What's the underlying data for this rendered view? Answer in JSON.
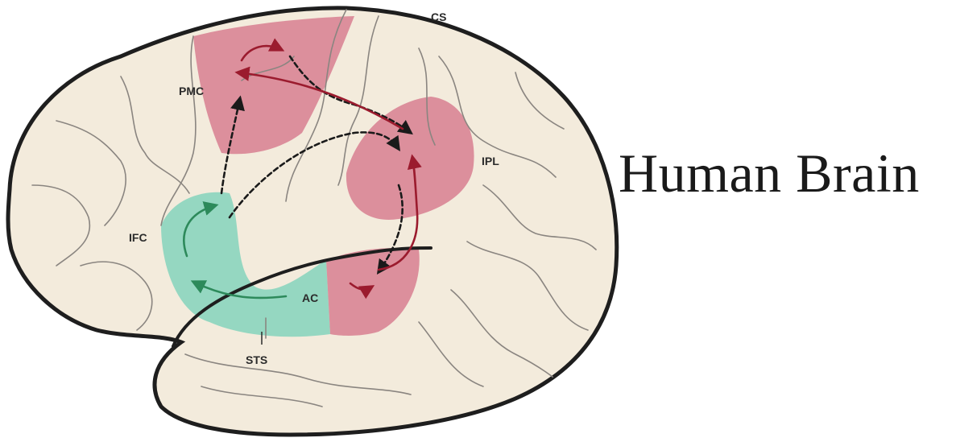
{
  "title": "Human Brain",
  "labels": {
    "cs": "CS",
    "pmc": "PMC",
    "ipl": "IPL",
    "ifc": "IFC",
    "ac": "AC",
    "sts": "STS"
  },
  "colors": {
    "cortex": "#f3ebdc",
    "outline": "#1e1e1e",
    "sulcus": "#8a8580",
    "motor_parietal_region": "#d77a8e",
    "frontal_temporal_region": "#84d4bc",
    "arrow_solid": "#9b1b2e",
    "arrow_dashed": "#1a1a1a",
    "arrow_green": "#2d8a5b"
  }
}
